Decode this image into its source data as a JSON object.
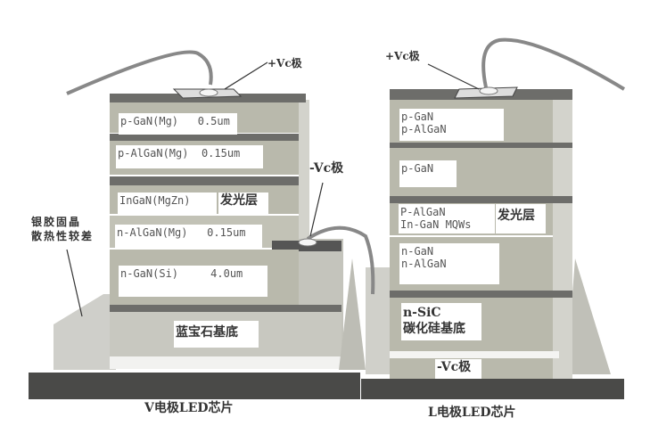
{
  "left_chip": {
    "caption": "V电极LED芯片",
    "plus_electrode": "+Vc极",
    "minus_electrode": "-Vc极",
    "note_line1": "银胶固晶",
    "note_line2": "散热性较差",
    "layers": [
      {
        "name": "p-GaN(Mg)",
        "thickness": "0.5um"
      },
      {
        "name": "p-AlGaN(Mg)",
        "thickness": "0.15um"
      },
      {
        "name": "InGaN(MgZn)",
        "tag": "发光层"
      },
      {
        "name": "n-AlGaN(Mg)",
        "thickness": "0.15um"
      },
      {
        "name": "n-GaN(Si)",
        "thickness": "4.0um"
      },
      {
        "name": "蓝宝石基底"
      }
    ]
  },
  "right_chip": {
    "caption": "L电极LED芯片",
    "plus_electrode": "+Vc极",
    "minus_electrode": "-Vc极",
    "layers": [
      {
        "line1": "p-GaN",
        "line2": "p-AlGaN"
      },
      {
        "line1": "p-GaN"
      },
      {
        "line1": "P-AlGaN",
        "line2": "In-GaN MQWs",
        "tag": "发光层"
      },
      {
        "line1": "n-GaN",
        "line2": "n-AlGaN"
      },
      {
        "line1": "n-SiC",
        "line2": "碳化硅基底"
      }
    ]
  }
}
